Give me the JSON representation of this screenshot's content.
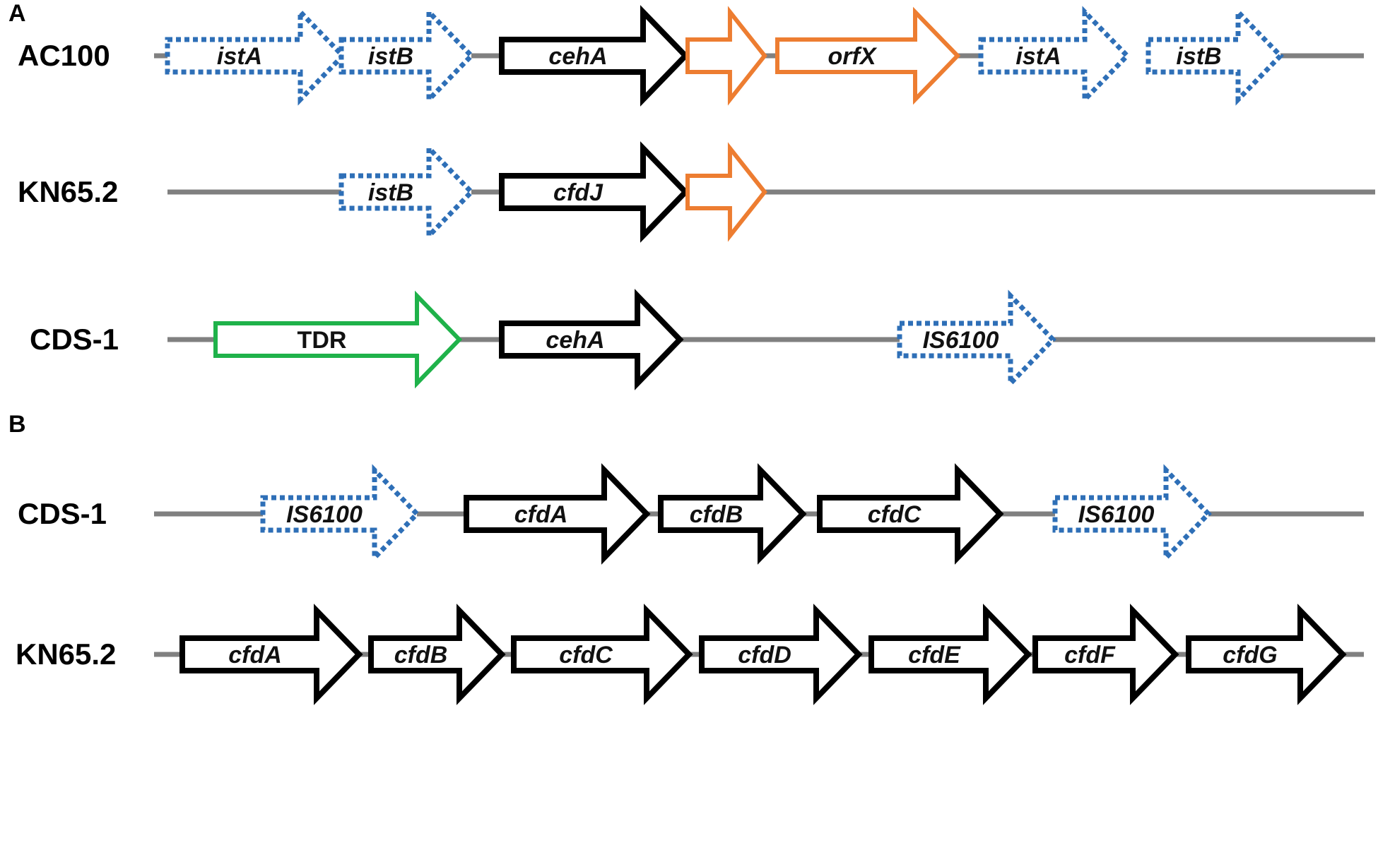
{
  "colors": {
    "backbone": "#808080",
    "target_gene": "#000000",
    "insertion_sequence": "#2e6fb7",
    "orf_orange": "#ed7d31",
    "tdr_green": "#1fb24a"
  },
  "panels": [
    {
      "label": "A",
      "tracks": [
        {
          "name": "AC100",
          "genes": [
            {
              "label": "istA",
              "type": "insertion_sequence"
            },
            {
              "label": "istB",
              "type": "insertion_sequence"
            },
            {
              "label": "cehA",
              "type": "target_gene"
            },
            {
              "label": "",
              "type": "orf_orange"
            },
            {
              "label": "orfX",
              "type": "orf_orange"
            },
            {
              "label": "istA",
              "type": "insertion_sequence"
            },
            {
              "label": "istB",
              "type": "insertion_sequence"
            }
          ]
        },
        {
          "name": "KN65.2",
          "genes": [
            {
              "label": "istB",
              "type": "insertion_sequence"
            },
            {
              "label": "cfdJ",
              "type": "target_gene"
            },
            {
              "label": "",
              "type": "orf_orange"
            }
          ]
        },
        {
          "name": "CDS-1",
          "genes": [
            {
              "label": "TDR",
              "type": "tdr_green"
            },
            {
              "label": "cehA",
              "type": "target_gene"
            },
            {
              "label": "IS6100",
              "type": "insertion_sequence"
            }
          ]
        }
      ]
    },
    {
      "label": "B",
      "tracks": [
        {
          "name": "CDS-1",
          "genes": [
            {
              "label": "IS6100",
              "type": "insertion_sequence"
            },
            {
              "label": "cfdA",
              "type": "target_gene"
            },
            {
              "label": "cfdB",
              "type": "target_gene"
            },
            {
              "label": "cfdC",
              "type": "target_gene"
            },
            {
              "label": "IS6100",
              "type": "insertion_sequence"
            }
          ]
        },
        {
          "name": "KN65.2",
          "genes": [
            {
              "label": "cfdA",
              "type": "target_gene"
            },
            {
              "label": "cfdB",
              "type": "target_gene"
            },
            {
              "label": "cfdC",
              "type": "target_gene"
            },
            {
              "label": "cfdD",
              "type": "target_gene"
            },
            {
              "label": "cfdE",
              "type": "target_gene"
            },
            {
              "label": "cfdF",
              "type": "target_gene"
            },
            {
              "label": "cfdG",
              "type": "target_gene"
            }
          ]
        }
      ]
    }
  ]
}
